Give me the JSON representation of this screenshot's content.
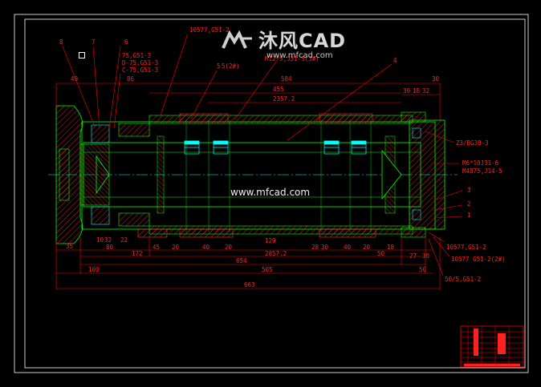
{
  "drawing": {
    "part_labels": [
      "8",
      "7",
      "6",
      "5",
      "4",
      "3",
      "2",
      "1"
    ],
    "callouts": {
      "top_left_1": "75,G51-3",
      "top_left_2": "D-75,G51-3",
      "top_left_3": "C-75,G51-3",
      "top_left_4": "86",
      "top_mid_1": "10577,G51-2",
      "top_mid_2": "5(2#)",
      "top_mid_3": "M12*5,J31-5(3#)",
      "right_1": "Z3/BG38-3",
      "right_2": "M6*10J31-6",
      "right_3": "M4875,J14-5",
      "bottom_right_1": "10577,G51-2",
      "bottom_right_2": "10577 G51-2(2#)",
      "bottom_right_3": "50/5,G51-2"
    },
    "dims_top": [
      "49",
      "584",
      "455",
      "2357.2",
      "39",
      "18",
      "32",
      "30"
    ],
    "dims_bottom": [
      "35",
      "10",
      "32",
      "22",
      "80",
      "172",
      "45",
      "20",
      "40",
      "20",
      "129",
      "28",
      "30",
      "40",
      "20",
      "18",
      "50",
      "27",
      "30",
      "654",
      "2857.2",
      "505",
      "50",
      "100",
      "663"
    ]
  },
  "watermark": {
    "brand": "沐风CAD",
    "url": "www.mfcad.com",
    "center_text": "www.mfcad.com"
  },
  "colors": {
    "background": "#000000",
    "frame": "#ffffff",
    "outline": "#00ff00",
    "dimension": "#ff0000",
    "centerline": "#00ffff",
    "bearing": "#00ffff",
    "hatch": "#ff2020"
  }
}
